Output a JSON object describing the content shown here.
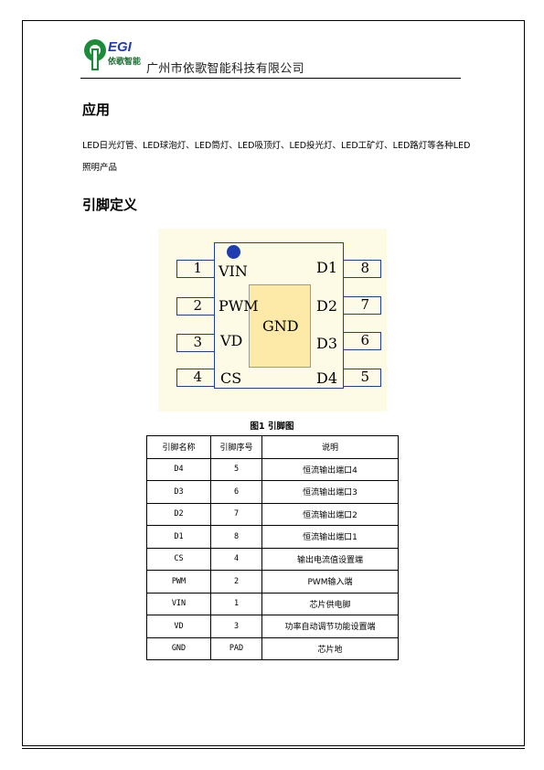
{
  "header": {
    "logo_text": "EGI",
    "logo_subtext": "依歌智能",
    "company": "广州市依歌智能科技有限公司"
  },
  "section_application": {
    "heading": "应用",
    "text": "LED日光灯管、LED球泡灯、LED筒灯、LED吸顶灯、LED投光灯、LED工矿灯、LED路灯等各种LED照明产品"
  },
  "section_pins": {
    "heading": "引脚定义"
  },
  "diagram": {
    "pad_label": "GND",
    "left_pins": [
      {
        "number": "1",
        "name": "VIN"
      },
      {
        "number": "2",
        "name": "PWM"
      },
      {
        "number": "3",
        "name": "VD"
      },
      {
        "number": "4",
        "name": "CS"
      }
    ],
    "right_pins": [
      {
        "number": "8",
        "name": "D1"
      },
      {
        "number": "7",
        "name": "D2"
      },
      {
        "number": "6",
        "name": "D3"
      },
      {
        "number": "5",
        "name": "D4"
      }
    ],
    "colors": {
      "outline": "#1f3d99",
      "dot": "#1f3db0",
      "pad": "#fde9a8",
      "background": "#fdfbe6"
    },
    "caption": "图1 引脚图"
  },
  "table": {
    "headers": [
      "引脚名称",
      "引脚序号",
      "说明"
    ],
    "rows": [
      [
        "D4",
        "5",
        "恒流输出端口4"
      ],
      [
        "D3",
        "6",
        "恒流输出端口3"
      ],
      [
        "D2",
        "7",
        "恒流输出端口2"
      ],
      [
        "D1",
        "8",
        "恒流输出端口1"
      ],
      [
        "CS",
        "4",
        "输出电流值设置端"
      ],
      [
        "PWM",
        "2",
        "PWM输入端"
      ],
      [
        "VIN",
        "1",
        "芯片供电脚"
      ],
      [
        "VD",
        "3",
        "功率自动调节功能设置端"
      ],
      [
        "GND",
        "PAD",
        "芯片地"
      ]
    ]
  }
}
